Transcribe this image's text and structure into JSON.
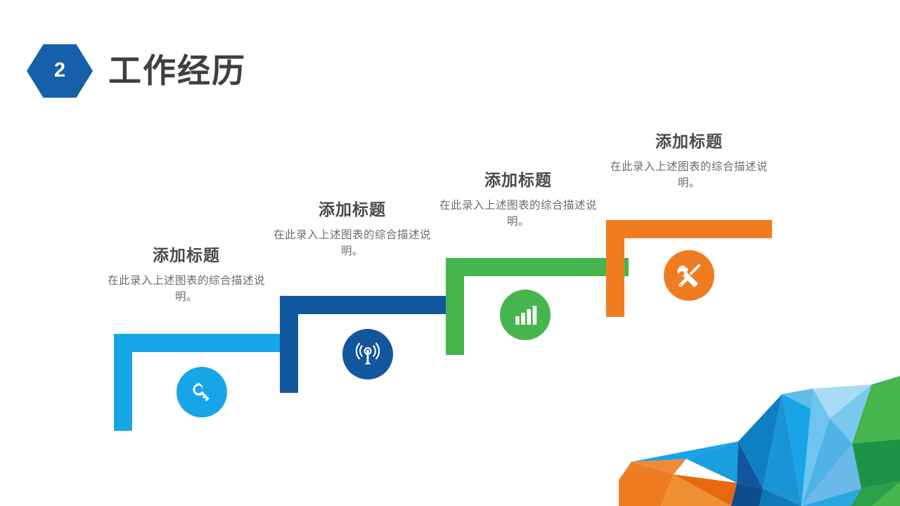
{
  "header": {
    "badge_number": "2",
    "title": "工作经历",
    "badge_color": "#1560a8",
    "title_color": "#3f3f3f"
  },
  "steps": [
    {
      "index": "1",
      "title": "添加标题",
      "desc": "在此录入上述图表的综合描述说明。",
      "color": "#18a5e8",
      "icon": "key-icon"
    },
    {
      "index": "2",
      "title": "添加标题",
      "desc": "在此录入上述图表的综合描述说明。",
      "color": "#11579e",
      "icon": "broadcast-signal-icon"
    },
    {
      "index": "3",
      "title": "添加标题",
      "desc": "在此录入上述图表的综合描述说明。",
      "color": "#46b54d",
      "icon": "bar-chart-icon"
    },
    {
      "index": "4",
      "title": "添加标题",
      "desc": "在此录入上述图表的综合描述说明。",
      "color": "#f07c22",
      "icon": "tools-icon"
    }
  ],
  "decoration": {
    "name": "low-poly-mountain-graphic",
    "colors": [
      "#f07c22",
      "#e8680f",
      "#18a5e8",
      "#0f7fc4",
      "#11579e",
      "#6ec4ef",
      "#a9dbf5",
      "#46b54d",
      "#1d9445"
    ]
  }
}
